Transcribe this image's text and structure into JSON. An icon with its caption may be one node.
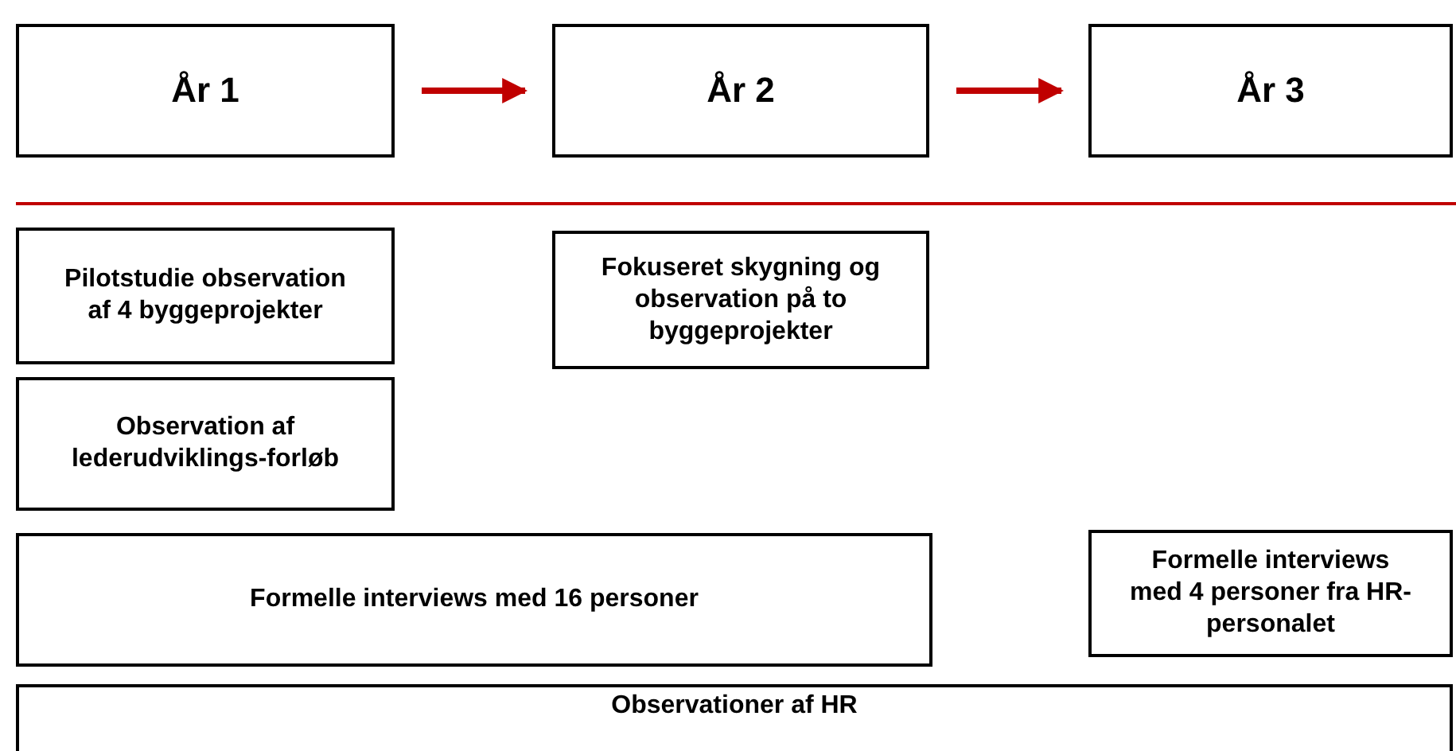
{
  "diagram": {
    "nodes": [
      {
        "text": [
          "År 1"
        ]
      },
      {
        "text": [
          "År 2"
        ]
      },
      {
        "text": [
          "År 3"
        ]
      },
      {
        "text": [
          "Pilotstudie observation af 4 byggeprojekter"
        ]
      },
      {
        "text": [
          "Fokuseret skygning og observation på to byggeprojekter"
        ]
      },
      {
        "text": [
          "Observation af lederudviklings-forløb"
        ]
      },
      {
        "text": [
          "Formelle interviews med 16 personer"
        ]
      },
      {
        "text": [
          "Formelle interviews med 4 personer fra HR-personalet"
        ]
      },
      {
        "text": [
          "Observationer af HR"
        ]
      }
    ],
    "edges": [
      {
        "from": 0,
        "to": 1,
        "arrow": "to",
        "color": "#c00000"
      },
      {
        "from": 1,
        "to": 2,
        "arrow": "to",
        "color": "#c00000"
      }
    ]
  }
}
